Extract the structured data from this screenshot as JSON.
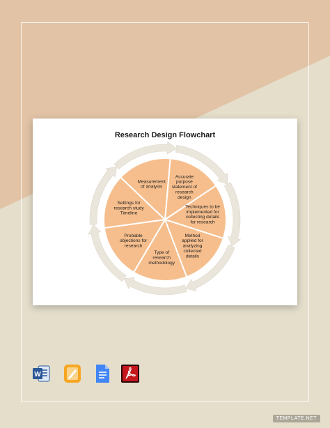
{
  "colors": {
    "top_background": "#e2c3a6",
    "bottom_background": "#e4decb",
    "segment_fill": "#f6be8d",
    "segment_stroke": "#ffffff",
    "ring_fill": "#ebe6dc",
    "word_blue": "#2b5797",
    "pages_orange": "#f6a623",
    "docs_blue": "#4285f4",
    "pdf_red": "#c4161c"
  },
  "document": {
    "title": "Research Design Flowchart"
  },
  "diagram": {
    "type": "cycle",
    "direction": "clockwise",
    "segments": [
      {
        "id": "s1",
        "lines": [
          "Accurate",
          "purpose",
          "statement of",
          "research",
          "design"
        ]
      },
      {
        "id": "s2",
        "lines": [
          "Techniques to be",
          "implemented for",
          "collecting details",
          "for research"
        ]
      },
      {
        "id": "s3",
        "lines": [
          "Method",
          "applied for",
          "analyzing",
          "collected",
          "details"
        ]
      },
      {
        "id": "s4",
        "lines": [
          "Type of",
          "research",
          "methodology"
        ]
      },
      {
        "id": "s5",
        "lines": [
          "Probable",
          "objections for",
          "research"
        ]
      },
      {
        "id": "s6",
        "lines": [
          "Settings for",
          "research study",
          "Timeline"
        ]
      },
      {
        "id": "s7",
        "lines": [
          "Measurement",
          "of analysis"
        ]
      }
    ]
  },
  "file_icons": [
    {
      "name": "word-icon",
      "letter": "W"
    },
    {
      "name": "pages-icon",
      "letter": ""
    },
    {
      "name": "google-docs-icon",
      "letter": ""
    },
    {
      "name": "pdf-icon",
      "letter": ""
    }
  ],
  "watermark": "TEMPLATE.NET"
}
